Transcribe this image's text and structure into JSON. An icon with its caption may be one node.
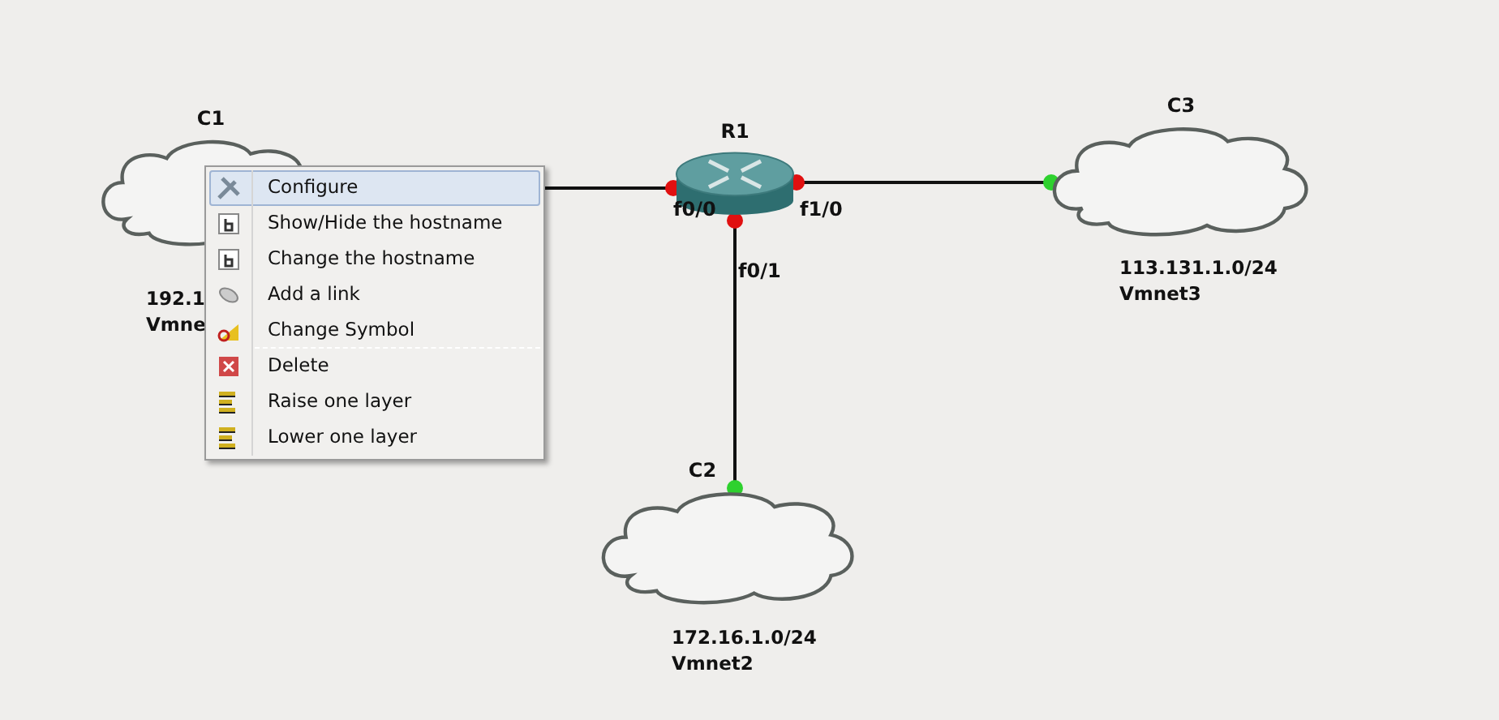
{
  "diagram": {
    "nodes": [
      {
        "text": [
          "C1"
        ],
        "beside": [
          "192.1",
          "Vmne"
        ]
      },
      {
        "text": [
          "R1"
        ]
      },
      {
        "text": [
          "C3"
        ],
        "beside": [
          "113.131.1.0/24",
          "Vmnet3"
        ]
      },
      {
        "text": [
          "C2"
        ],
        "beside": [
          "172.16.1.0/24",
          "Vmnet2"
        ]
      }
    ],
    "edges": [
      {
        "from": 0,
        "to": 1,
        "arrow": "none"
      },
      {
        "from": 1,
        "to": 2,
        "arrow": "none"
      },
      {
        "from": 1,
        "to": 3,
        "arrow": "none"
      }
    ],
    "labels": [
      "f0/0",
      "f1/0",
      "f0/1",
      "Configure",
      "Show/Hide the hostname",
      "Change the hostname",
      "Add a link",
      "Change Symbol",
      "Delete",
      "Raise one layer",
      "Lower one layer"
    ]
  }
}
